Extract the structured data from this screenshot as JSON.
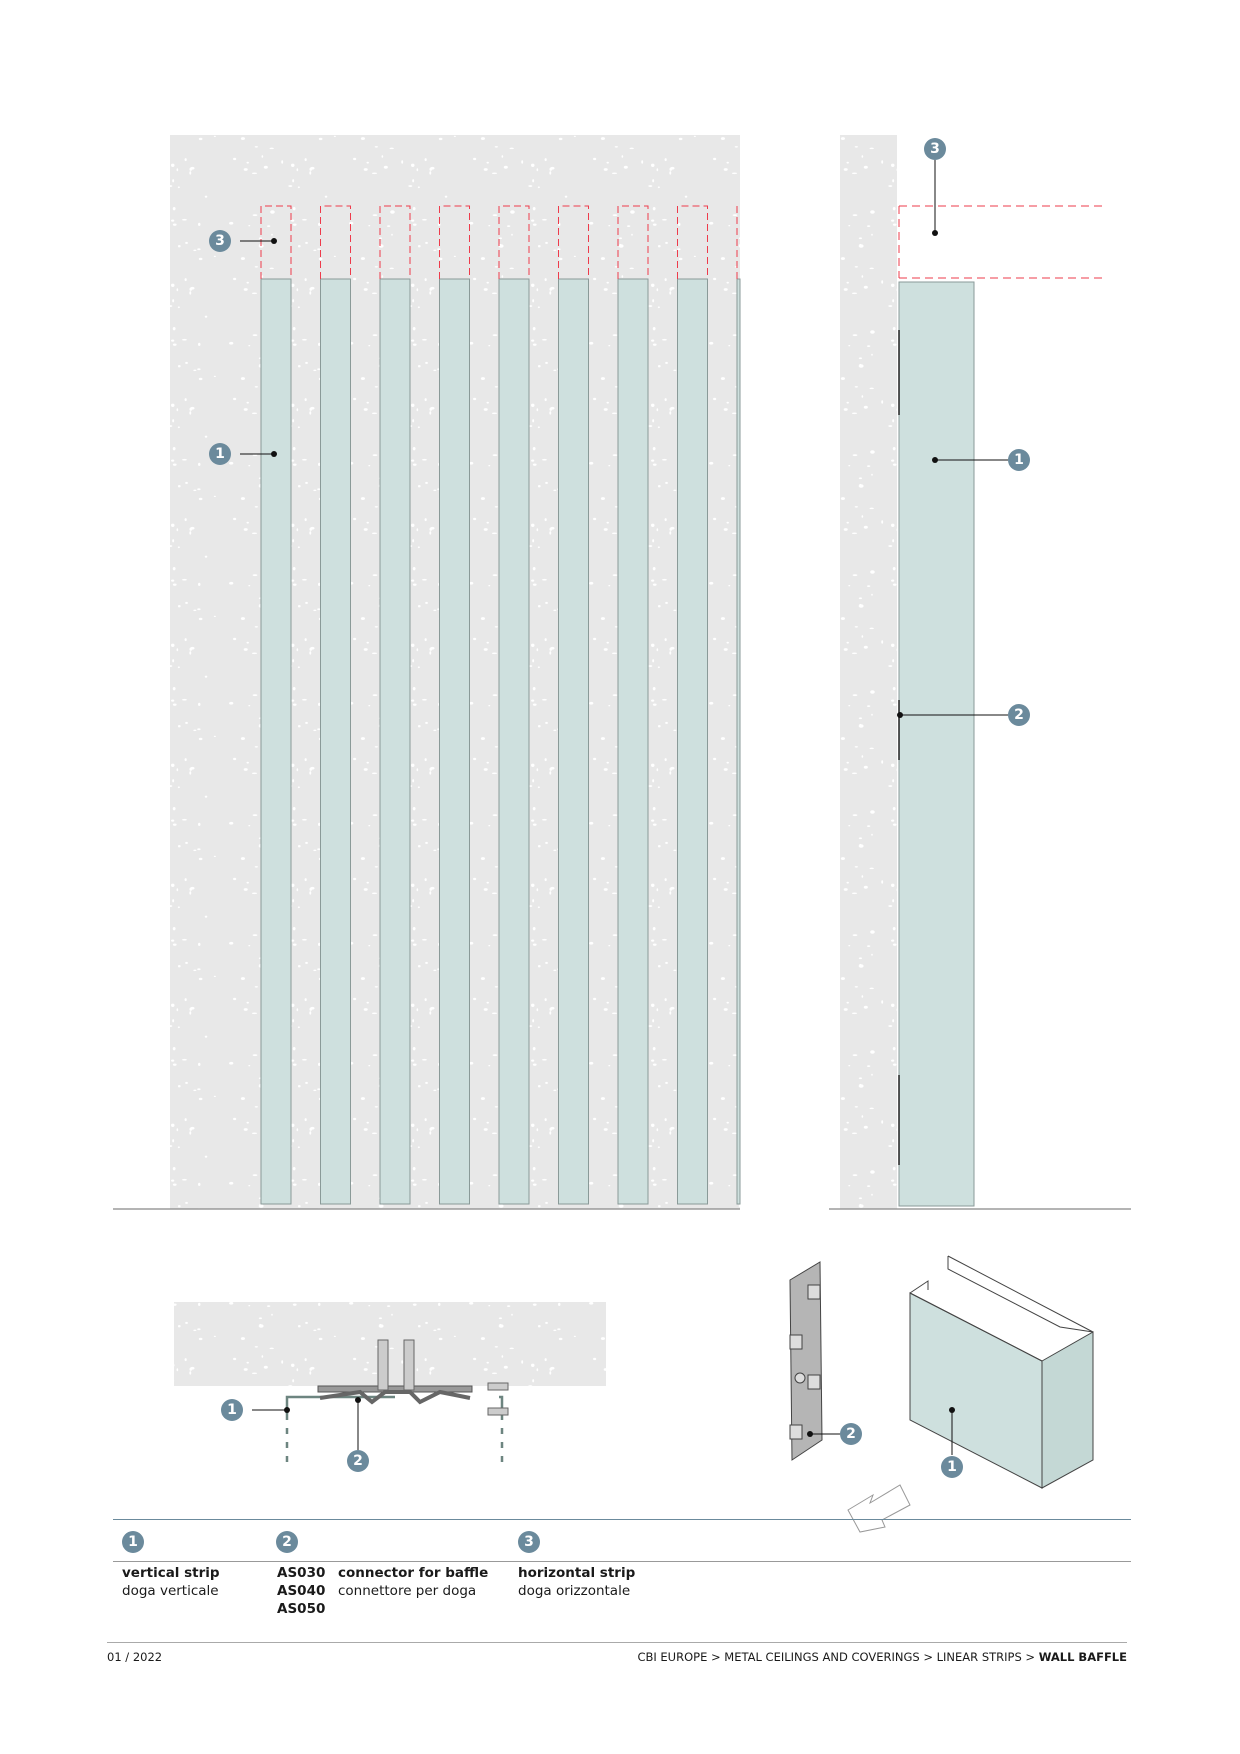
{
  "colors": {
    "wall": "#e8e8e8",
    "strip": "#cee0de",
    "badge": "#6b8a9c",
    "dash": "#ee3b4b",
    "rule": "#6b8a9c"
  },
  "callouts": {
    "n1": "1",
    "n2": "2",
    "n3": "3"
  },
  "legend": [
    {
      "number": "1",
      "title": "vertical strip",
      "subtitle": "doga verticale"
    },
    {
      "number": "2",
      "codes": [
        "AS030",
        "AS040",
        "AS050"
      ],
      "title": "connector for baffle",
      "subtitle": "connettore per doga"
    },
    {
      "number": "3",
      "title": "horizontal strip",
      "subtitle": "doga orizzontale"
    }
  ],
  "footer": {
    "date": "01 / 2022",
    "breadcrumb": "CBI EUROPE > METAL CEILINGS AND COVERINGS > LINEAR STRIPS > ",
    "current": "WALL BAFFLE"
  }
}
